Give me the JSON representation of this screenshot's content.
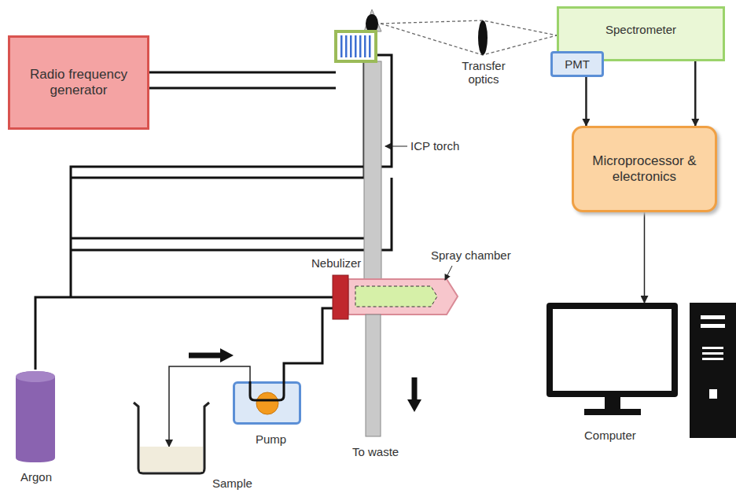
{
  "diagram": {
    "nodes": [
      {
        "text": [
          "Radio frequency generator"
        ]
      },
      {
        "text": [
          "Spectrometer"
        ]
      },
      {
        "text": [
          "PMT"
        ]
      },
      {
        "text": [
          "Microprocessor & electronics"
        ]
      },
      {
        "text": [
          "Argon"
        ]
      },
      {
        "text": [
          "Pump"
        ]
      },
      {
        "text": [
          "Sample"
        ]
      },
      {
        "text": [
          "Computer"
        ]
      }
    ],
    "edges": [
      {
        "from": 2,
        "to": 3,
        "arrow": "to"
      },
      {
        "from": 1,
        "to": 3,
        "arrow": "to"
      },
      {
        "from": 3,
        "to": 7,
        "arrow": "to"
      },
      {
        "from": 5,
        "to": 6,
        "arrow": "to"
      }
    ],
    "labels": [
      "ICP torch",
      "Transfer optics",
      "Nebulizer",
      "Spray chamber",
      "To waste"
    ]
  }
}
